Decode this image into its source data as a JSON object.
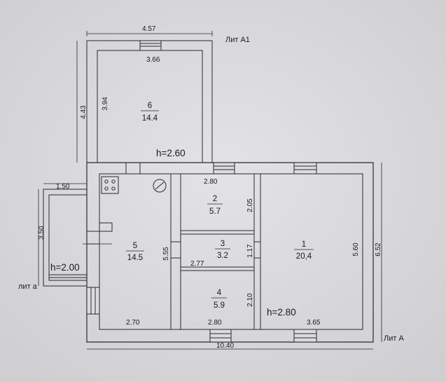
{
  "page_labels": {
    "lit_a1": "Лит А1",
    "lit_a": "Лит А",
    "lit_a_small": "лит а"
  },
  "heights": {
    "a1": "h=2.60",
    "a": "h=2.80",
    "porch": "h=2.00"
  },
  "rooms": [
    {
      "number": "6",
      "area": "14.4"
    },
    {
      "number": "5",
      "area": "14.5"
    },
    {
      "number": "2",
      "area": "5.7"
    },
    {
      "number": "3",
      "area": "3.2"
    },
    {
      "number": "4",
      "area": "5.9"
    },
    {
      "number": "1",
      "area": "20,4"
    }
  ],
  "dimensions": {
    "a1_outer_width": "4.57",
    "a1_outer_height": "4.43",
    "a1_inner_width": "3.66",
    "a1_inner_height": "3.94",
    "porch_width": "1.50",
    "porch_height": "3.50",
    "r5_height": "5.55",
    "r5_width": "2.70",
    "r2_width": "2.80",
    "r2_height": "2.05",
    "r3_width": "2.77",
    "r3_height": "1.17",
    "r4_width": "2.80",
    "r4_height": "2.10",
    "r1_width": "3.65",
    "r1_height": "5.60",
    "total_height": "6.52",
    "total_width": "10.40"
  },
  "colors": {
    "paper": "#dcdbdd",
    "line": "#2a2a2a"
  }
}
